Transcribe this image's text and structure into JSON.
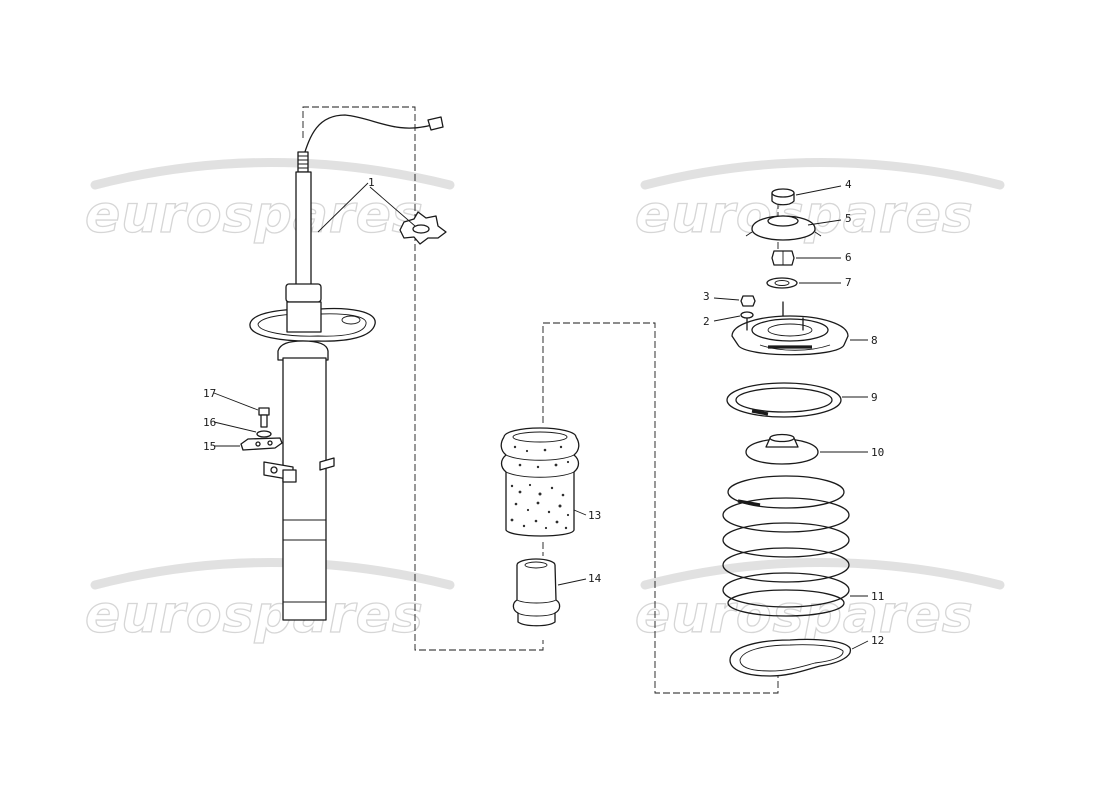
{
  "watermark": {
    "text": "eurospares"
  },
  "callouts": [
    {
      "id": "1",
      "label": "1"
    },
    {
      "id": "2",
      "label": "2"
    },
    {
      "id": "3",
      "label": "3"
    },
    {
      "id": "4",
      "label": "4"
    },
    {
      "id": "5",
      "label": "5"
    },
    {
      "id": "6",
      "label": "6"
    },
    {
      "id": "7",
      "label": "7"
    },
    {
      "id": "8",
      "label": "8"
    },
    {
      "id": "9",
      "label": "9"
    },
    {
      "id": "10",
      "label": "10"
    },
    {
      "id": "11",
      "label": "11"
    },
    {
      "id": "12",
      "label": "12"
    },
    {
      "id": "13",
      "label": "13"
    },
    {
      "id": "14",
      "label": "14"
    },
    {
      "id": "15",
      "label": "15"
    },
    {
      "id": "16",
      "label": "16"
    },
    {
      "id": "17",
      "label": "17"
    }
  ],
  "colors": {
    "line": "#1a1a1a",
    "watermark": "#d6d6d6",
    "background": "#ffffff"
  }
}
